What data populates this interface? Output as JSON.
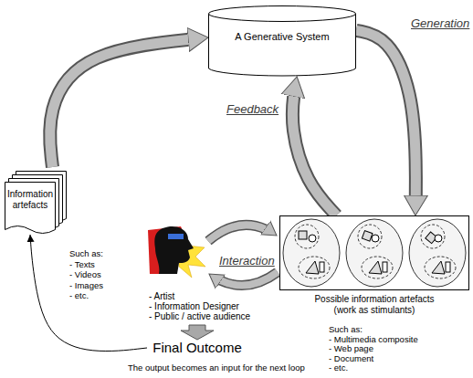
{
  "diagram": {
    "caption": "The output becomes an input for the next loop",
    "nodes": [
      {
        "text": [
          "A Generative System"
        ]
      },
      {
        "text": [
          "Information artefacts"
        ]
      },
      {
        "text": [
          "Possible information artefacts (work as stimulants)"
        ]
      },
      {
        "text": [
          "Final Outcome"
        ]
      }
    ],
    "edges": [
      {
        "from": 0,
        "to": 2,
        "label": "Generation",
        "arrow": "to"
      },
      {
        "from": 2,
        "to": 0,
        "label": "Feedback",
        "arrow": "to"
      },
      {
        "from": 1,
        "to": 0,
        "arrow": "to"
      },
      {
        "from": 3,
        "to": 1,
        "arrow": "to"
      }
    ],
    "labels": [
      "Such as:",
      "- Texts",
      "- Videos",
      "- Images",
      "- etc.",
      "Interaction",
      "- Artist",
      "- Information Designer",
      "- Public / active audience",
      "Such as:",
      "- Multimedia composite",
      "- Web page",
      "- Document",
      "- etc."
    ]
  }
}
